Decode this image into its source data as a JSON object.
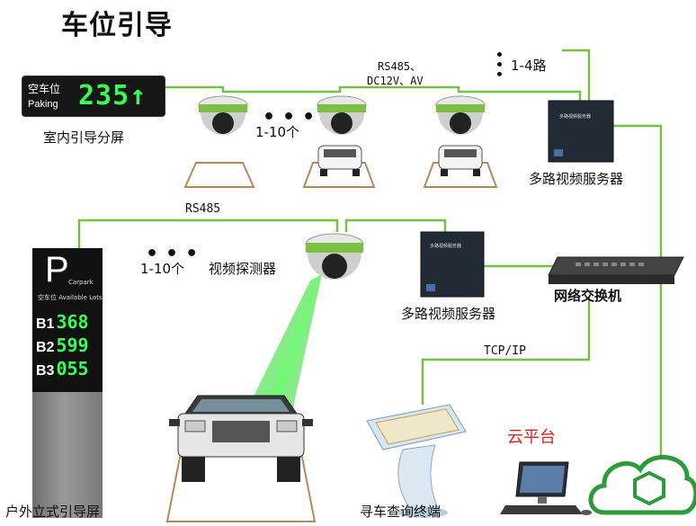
{
  "title": "车位引导",
  "indoor_sign": {
    "label_top": "空车位",
    "label_bottom": "Paking",
    "count": "235",
    "arrow": "↑",
    "caption": "室内引导分屏"
  },
  "top_bus": {
    "protocol": "RS485、",
    "power": "DC12V、AV"
  },
  "camera_count_top": "1-10个",
  "branch_count": "1-4路",
  "server_top": {
    "caption": "多路视频服务器",
    "panel_text": "多路视频服务器"
  },
  "left_bus": "RS485",
  "camera_count_mid": "1-10个",
  "detector_caption": "视频探测器",
  "server_mid": {
    "caption": "多路视频服务器",
    "panel_text": "多路视频服务器"
  },
  "switch_caption": "网络交换机",
  "tcpip": "TCP/IP",
  "outdoor_sign": {
    "letter": "P",
    "sub1": "Carpark",
    "sub2": "空车位  Available Lots",
    "rows": [
      {
        "level": "B1",
        "count": "368"
      },
      {
        "level": "B2",
        "count": "599"
      },
      {
        "level": "B3",
        "count": "055"
      }
    ],
    "caption": "户外立式引导屏"
  },
  "kiosk_caption": "寻车查询终端",
  "cloud_caption": "云平台",
  "colors": {
    "line": "#77c142",
    "beam": "#22dd22",
    "sign_bg": "#161616",
    "led": "#35ff55",
    "cloud": "#2d9a3c",
    "cloud_label": "#e0201b"
  }
}
